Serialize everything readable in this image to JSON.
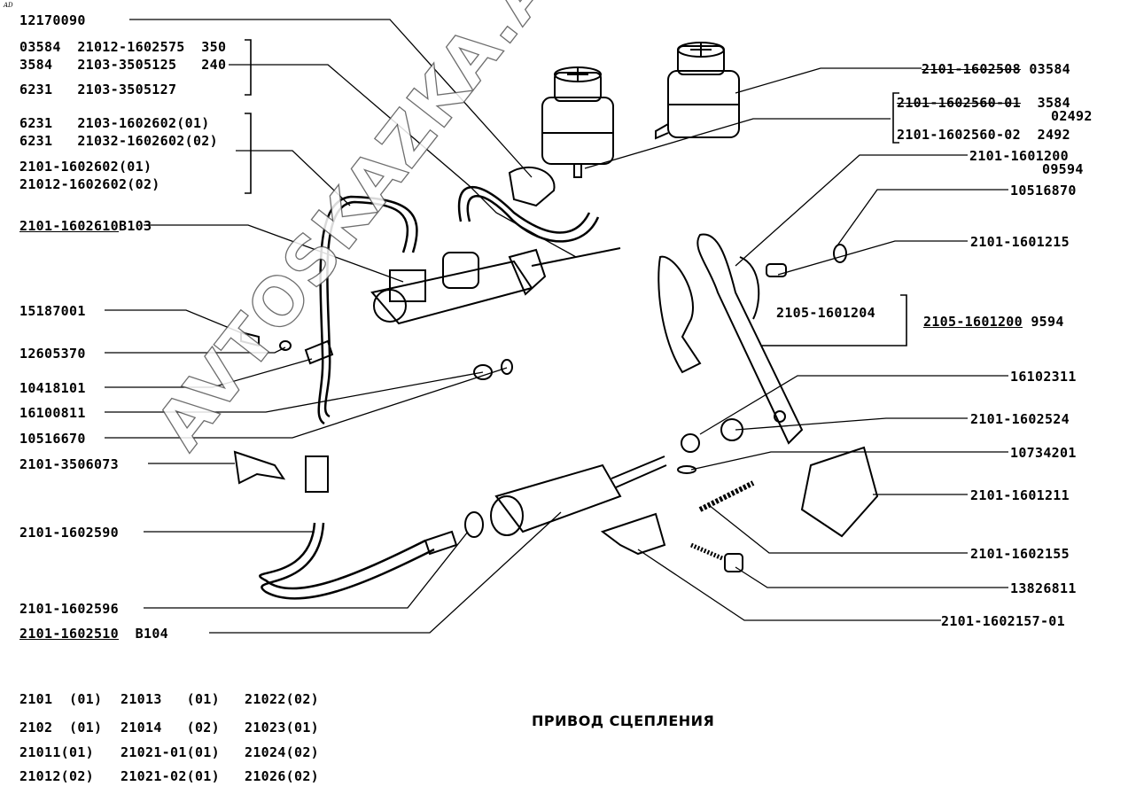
{
  "corner_mark": "AD",
  "title": "ПРИВОД СЦЕПЛЕНИЯ",
  "watermark": "AVTOSKAZKA.ACAT.ONLINE",
  "labels_left": {
    "l1": "12170090",
    "g1": [
      "03584  21012-1602575  350",
      "3584   2103-3505125   240",
      "6231   2103-3505127"
    ],
    "g2": [
      "6231   2103-1602602(01)",
      "6231   21032-1602602(02)",
      "2101-1602602(01)",
      "21012-1602602(02)"
    ],
    "l2_code": "2101-1602610",
    "l2_suffix": "B103",
    "l3": "15187001",
    "l4": "12605370",
    "l5": "10418101",
    "l6": "16100811",
    "l7": "10516670",
    "l8": "2101-3506073",
    "l9": "2101-1602590",
    "l10": "2101-1602596",
    "l11_code": "2101-1602510",
    "l11_suffix": "B104"
  },
  "labels_right": {
    "r1_code": "2101-1602508",
    "r1_suffix": "03584",
    "r2a_code": "2101-1602560-01",
    "r2a_suffix": "3584",
    "r2a_suffix2": "02492",
    "r2b": "2101-1602560-02  2492",
    "r3": "2101-1601200",
    "r3_suffix": "09594",
    "r4": "10516870",
    "r5": "2101-1601215",
    "r6": "2105-1601204",
    "r7_code": "2105-1601200",
    "r7_suffix": "9594",
    "r8": "16102311",
    "r9": "2101-1602524",
    "r10": "10734201",
    "r11": "2101-1601211",
    "r12": "2101-1602155",
    "r13": "13826811",
    "r14": "2101-1602157-01"
  },
  "applicability": [
    [
      "2101  (01)",
      "21013   (01)",
      "21022(02)"
    ],
    [
      "2102  (01)",
      "21014   (02)",
      "21023(01)"
    ],
    [
      "21011(01)",
      "21021-01(01)",
      "21024(02)"
    ],
    [
      "21012(02)",
      "21021-02(01)",
      "21026(02)"
    ]
  ]
}
